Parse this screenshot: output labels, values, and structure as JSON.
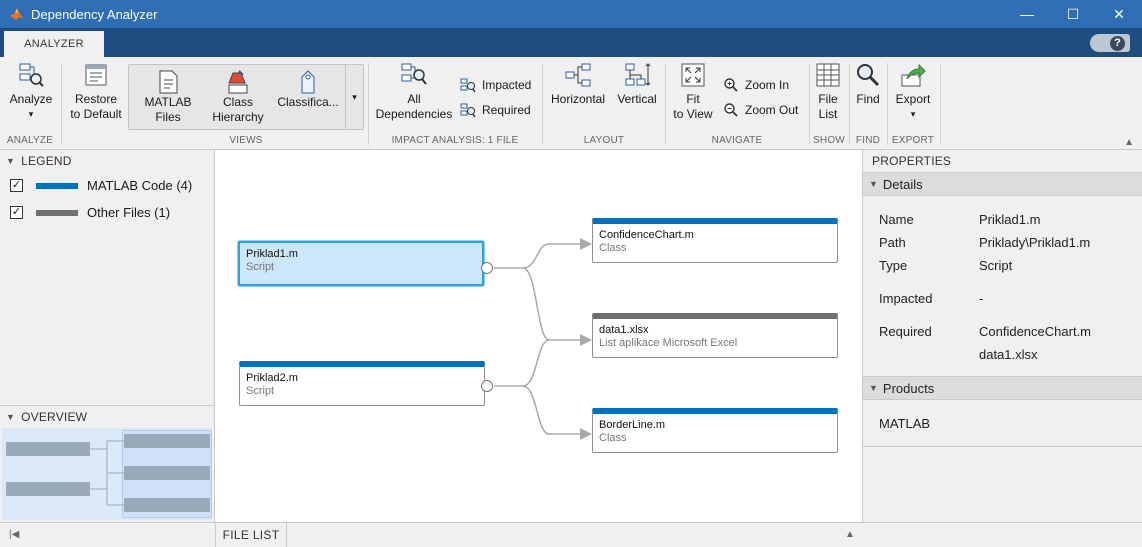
{
  "window": {
    "title": "Dependency Analyzer",
    "minimize": "—",
    "maximize": "☐",
    "close": "✕"
  },
  "tabs": {
    "analyzer": "ANALYZER"
  },
  "help": "?",
  "toolstrip": {
    "analyze": {
      "label1": "Analyze",
      "label2": "▾",
      "section": "ANALYZE"
    },
    "restore": {
      "label1": "Restore",
      "label2": "to Default"
    },
    "views": {
      "section": "VIEWS",
      "matlab_files": [
        "MATLAB",
        "Files"
      ],
      "class_hierarchy": [
        "Class",
        "Hierarchy"
      ],
      "classification": "Classifica...",
      "dropdown": "▾"
    },
    "impact": {
      "section": "IMPACT ANALYSIS: 1 FILE",
      "all_deps": [
        "All",
        "Dependencies"
      ],
      "impacted": "Impacted",
      "required": "Required"
    },
    "layout": {
      "section": "LAYOUT",
      "horizontal": "Horizontal",
      "vertical": "Vertical"
    },
    "navigate": {
      "section": "NAVIGATE",
      "fit": [
        "Fit",
        "to View"
      ],
      "zoom_in": "Zoom In",
      "zoom_out": "Zoom Out"
    },
    "show": {
      "section": "SHOW",
      "file_list": [
        "File",
        "List"
      ]
    },
    "find": {
      "section": "FIND",
      "label": "Find"
    },
    "export": {
      "section": "EXPORT",
      "label": "Export",
      "arrow": "▾"
    }
  },
  "legend": {
    "title": "LEGEND",
    "items": [
      {
        "label": "MATLAB Code (4)",
        "color": "#0072bd",
        "checked": true
      },
      {
        "label": "Other Files (1)",
        "color": "#707070",
        "checked": true
      }
    ]
  },
  "overview": {
    "title": "OVERVIEW"
  },
  "graph": {
    "nodes": [
      {
        "name": "Priklad1.m",
        "type": "Script",
        "selected": true
      },
      {
        "name": "Priklad2.m",
        "type": "Script",
        "selected": false
      },
      {
        "name": "ConfidenceChart.m",
        "type": "Class",
        "selected": false
      },
      {
        "name": "data1.xlsx",
        "type": "List aplikace Microsoft Excel",
        "selected": false
      },
      {
        "name": "BorderLine.m",
        "type": "Class",
        "selected": false
      }
    ]
  },
  "bottom": {
    "file_list": "FILE LIST"
  },
  "properties": {
    "title": "PROPERTIES",
    "details_title": "Details",
    "rows": [
      {
        "key": "Name",
        "value": "Priklad1.m"
      },
      {
        "key": "Path",
        "value": "Priklady\\Priklad1.m"
      },
      {
        "key": "Type",
        "value": "Script"
      },
      {
        "key": "Impacted",
        "value": "-"
      },
      {
        "key": "Required",
        "value": "ConfidenceChart.m"
      }
    ],
    "required_extra": "data1.xlsx",
    "products_title": "Products",
    "products": [
      "MATLAB"
    ]
  },
  "colors": {
    "matlab_code": "#0072bd",
    "other_files": "#707070",
    "titlebar": "#2f6db5",
    "tabstrip": "#1f4d7f"
  }
}
